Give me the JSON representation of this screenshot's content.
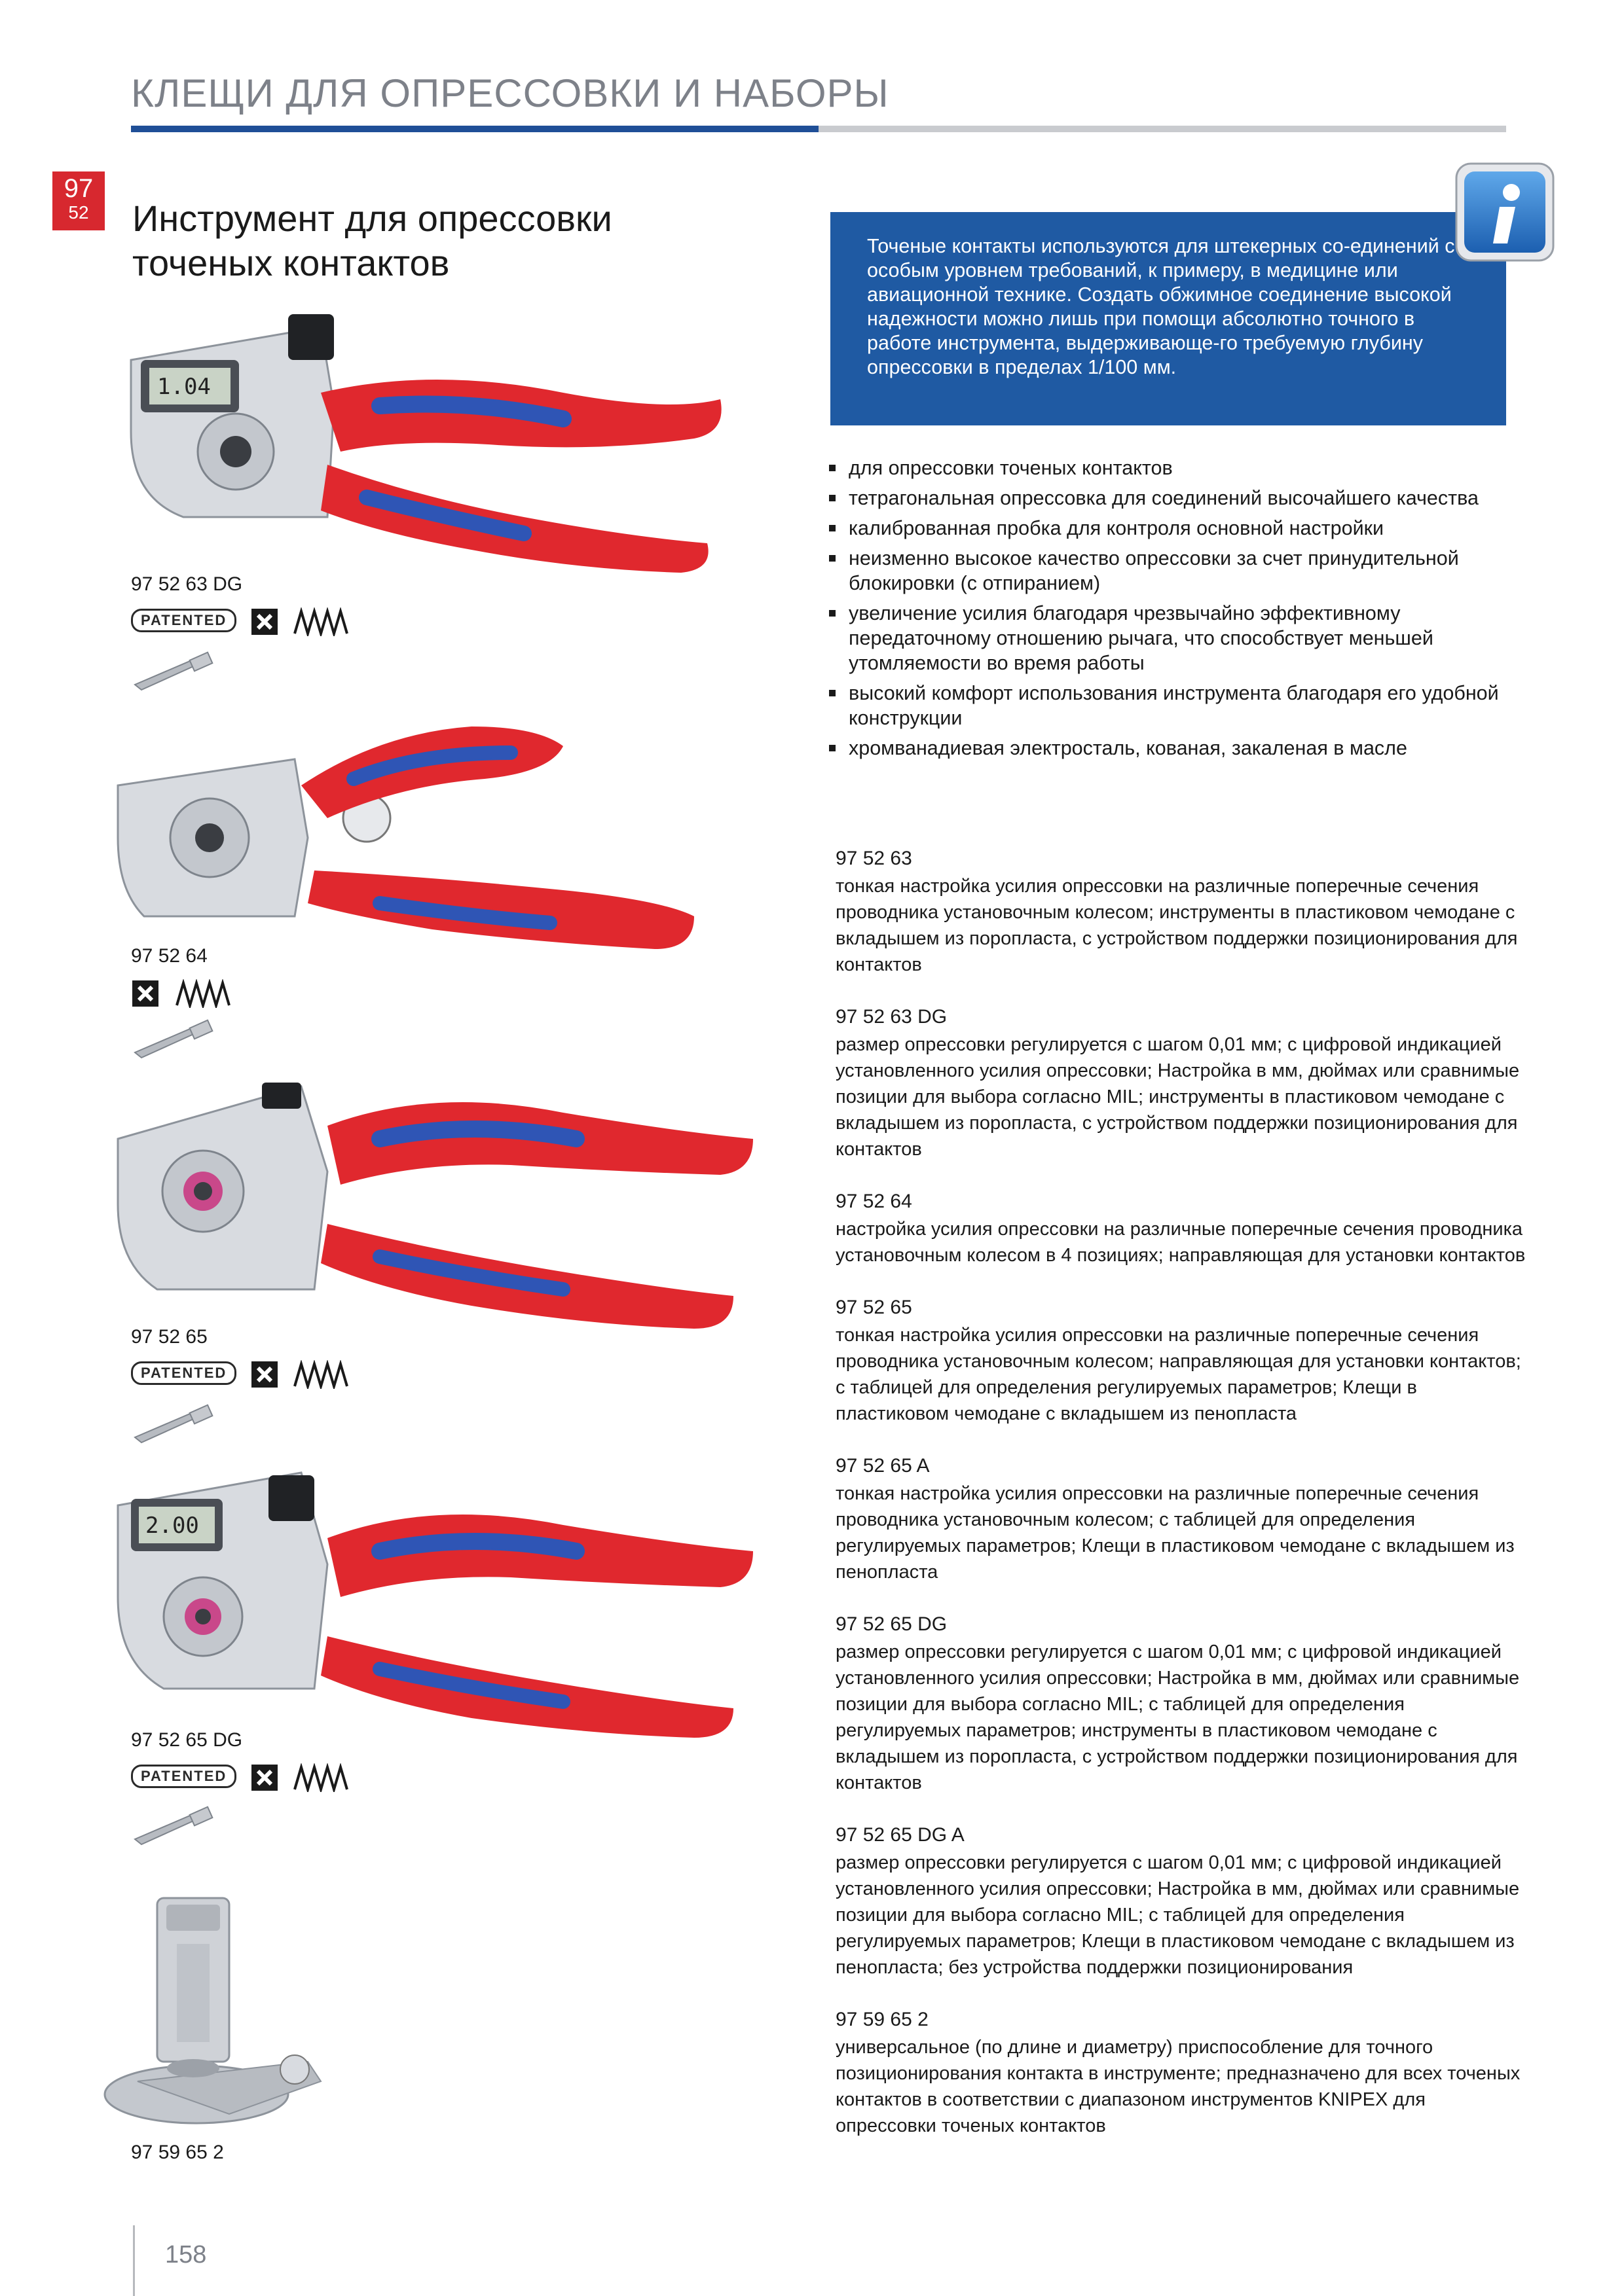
{
  "header": {
    "title": "КЛЕЩИ ДЛЯ ОПРЕССОВКИ И НАБОРЫ"
  },
  "section": {
    "code_top": "97",
    "code_bottom": "52",
    "title_line1": "Инструмент для опрессовки",
    "title_line2": "точеных контактов"
  },
  "info": {
    "icon": "info-icon",
    "text": "Точеные контакты используются для штекерных со-единений с особым уровнем требований, к примеру, в медицине или авиационной технике. Создать обжимное соединение высокой надежности можно лишь при помощи абсолютно точного в работе инструмента, выдерживающе-го требуемую глубину опрессовки в пределах 1/100 мм."
  },
  "features": [
    "для опрессовки точеных контактов",
    "тетрагональная опрессовка для соединений высочайшего качества",
    "калиброванная пробка для контроля основной настройки",
    "неизменно высокое качество опрессовки  за счет принудительной блокировки (с отпиранием)",
    "увеличение усилия благодаря чрезвычайно эффективному передаточному отношению рычага, что способствует меньшей утомляемости во время работы",
    "высокий комфорт использования  инструмента благодаря его удобной конструкции",
    "хромванадиевая электросталь, кованая, закаленая в масле"
  ],
  "products": [
    {
      "label": "97 52 63 DG",
      "patented": "PATENTED",
      "display": "1.04"
    },
    {
      "label": "97 52 64"
    },
    {
      "label": "97 52 65",
      "patented": "PATENTED"
    },
    {
      "label": "97 52 65 DG",
      "patented": "PATENTED",
      "display": "2.00"
    },
    {
      "label": "97 59 65 2"
    }
  ],
  "descriptions": [
    {
      "code": "97 52 63",
      "text": "тонкая настройка усилия опрессовки на различные поперечные сечения проводника установочным колесом; инструменты в пластиковом чемодане с вкладышем из поропласта, с устройством поддержки позиционирования для контактов"
    },
    {
      "code": "97 52 63 DG",
      "text": "размер опрессовки регулируется с шагом 0,01 мм; с цифровой индикацией  установленного усилия опрессовки; Настройка в мм, дюймах или сравнимые позиции для выбора согласно MIL; инструменты в пластиковом чемодане с вкладышем из поропласта, с устройством поддержки позиционирования для контактов"
    },
    {
      "code": "97 52 64",
      "text": "настройка усилия опрессовки на различные поперечные сечения проводника установочным колесом в 4 позициях; направляющая для установки контактов"
    },
    {
      "code": "97 52 65",
      "text": "тонкая настройка усилия опрессовки на различные поперечные сечения проводника установочным колесом; направляющая для установки контактов; с таблицей для определения регулируемых параметров; Клещи в пластиковом чемодане с вкладышем из пенопласта"
    },
    {
      "code": "97 52 65 A",
      "text": "тонкая настройка усилия опрессовки на различные поперечные сечения проводника установочным колесом; с таблицей для определения регулируемых параметров; Клещи в пластиковом чемодане с вкладышем из пенопласта"
    },
    {
      "code": "97 52 65 DG",
      "text": "размер опрессовки регулируется с шагом 0,01 мм; с цифровой индикацией  установленного усилия опрессовки; Настройка в мм, дюймах или сравнимые позиции для выбора согласно MIL; с таблицей для определения регулируемых параметров; инструменты в пластиковом чемодане с вкладышем из поропласта, с устройством поддержки позиционирования для контактов"
    },
    {
      "code": "97 52 65 DG A",
      "text": "размер опрессовки регулируется с шагом 0,01 мм; с цифровой индикацией  установленного усилия опрессовки; Настройка в мм, дюймах или сравнимые позиции для выбора согласно MIL; с таблицей для определения регулируемых параметров; Клещи в пластиковом чемодане с вкладышем из пенопласта; без устройства поддержки позиционирования"
    },
    {
      "code": "97 59 65 2",
      "text": "универсальное (по длине и диаметру) приспособление для точного позиционирования контакта в инструменте; предназначено для всех точеных контактов в соответствии с диапазоном инструментов KNIPEX для опрессовки точеных контактов"
    }
  ],
  "footer": {
    "page_number": "158"
  },
  "colors": {
    "accent_blue": "#1f5aa3",
    "rule_blue": "#1f4f97",
    "badge_red": "#d7282f",
    "handle_red": "#e0282e",
    "handle_blue": "#2f55b5"
  }
}
